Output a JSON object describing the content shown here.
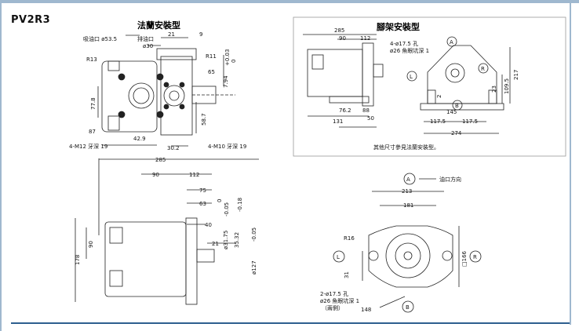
{
  "model": "PV2R3",
  "titles": {
    "flange": "法蘭安裝型",
    "foot": "腳架安裝型"
  },
  "footnote": "其他尺寸參見法蘭安裝型。",
  "flange_view": {
    "suction": "吸油口 ø53.5",
    "discharge_label": "排油口",
    "discharge_dia": "ø30",
    "dims": [
      "21",
      "9",
      "R11",
      "65",
      "+0.03",
      "0",
      "7.94",
      "R13",
      "77.8",
      "58.7",
      "87",
      "42.9",
      "30.2"
    ],
    "thread_left": "4-M12 牙深 19",
    "thread_right": "4-M10 牙深 19"
  },
  "foot_view": {
    "dims": [
      "285",
      "90",
      "112",
      "76.2",
      "88",
      "131",
      "50",
      "145",
      "117.5",
      "117.5",
      "274",
      "217",
      "109.5",
      "23",
      "2"
    ],
    "holes": "4-ø17.5 孔",
    "counterbore": "ø26 魚眼坑深 1",
    "markers": [
      "A",
      "R",
      "L",
      "B"
    ]
  },
  "side_view": {
    "dims": [
      "285",
      "90",
      "112",
      "75",
      "63",
      "40",
      "21",
      "ø31.75",
      "0",
      "-0.05",
      "35.32",
      "-0.18",
      "ø127",
      "-0.05",
      "178",
      "90"
    ]
  },
  "front_view": {
    "oil_direction": "油口方向",
    "dims": [
      "213",
      "181",
      "R16",
      "31",
      "□166",
      "148"
    ],
    "holes": "2-ø17.5 孔",
    "counterbore": "ø26 魚眼坑深 1",
    "note": "（兩側）",
    "markers": [
      "A",
      "L",
      "R",
      "B"
    ]
  }
}
